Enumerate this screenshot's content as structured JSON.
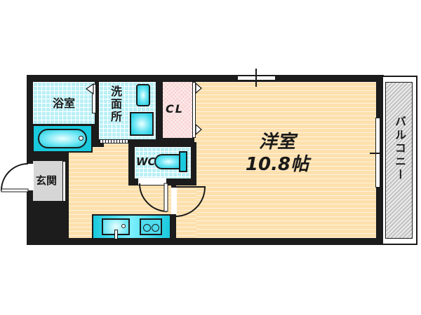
{
  "floor_plan": {
    "rooms": {
      "bath": {
        "label": "浴室"
      },
      "washroom": {
        "label": "洗面所"
      },
      "closet": {
        "label": "CL"
      },
      "toilet": {
        "label": "WC"
      },
      "entrance": {
        "label": "玄関"
      },
      "western_room": {
        "label": "洋室",
        "size": "10.8帖"
      },
      "balcony": {
        "label": "バルコニー"
      }
    },
    "colors": {
      "wall": "#1c1c1c",
      "wood_floor": "#fde0ad",
      "tile": "#b9f0f6",
      "fixture": "#19c9dd",
      "closet": "#f9d4d4",
      "entrance": "#d6d6d6",
      "balcony": "#d9d9d9"
    }
  }
}
